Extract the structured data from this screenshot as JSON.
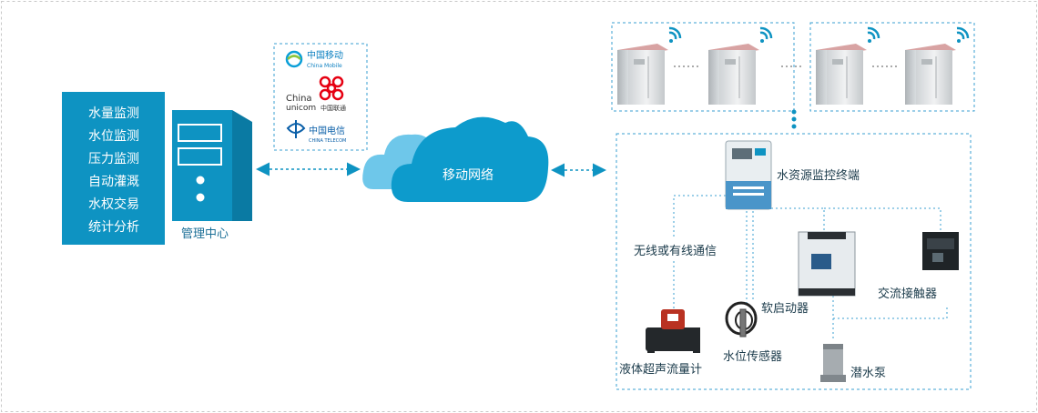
{
  "center": {
    "functions": [
      "水量监测",
      "水位监测",
      "压力监测",
      "自动灌溉",
      "水权交易",
      "统计分析"
    ],
    "label": "管理中心"
  },
  "carriers": [
    {
      "name": "中国移动",
      "sub": "China Mobile"
    },
    {
      "name_line1": "China",
      "name_line2": "unicom",
      "cn": "中国联通"
    },
    {
      "name": "中国电信",
      "sub": "CHINA TELECOM"
    }
  ],
  "network": {
    "label": "移动网络"
  },
  "site": {
    "terminal": "水资源监控终端",
    "comm": "无线或有线通信",
    "flowmeter": "液体超声流量计",
    "level_sensor": "水位传感器",
    "soft_starter": "软启动器",
    "contactor": "交流接触器",
    "pump": "潜水泵"
  },
  "colors": {
    "primary": "#0e93c2",
    "dash": "#3a9fd0",
    "cloud_light": "#6ec7ea",
    "cloud_dark": "#0d9bcc"
  }
}
